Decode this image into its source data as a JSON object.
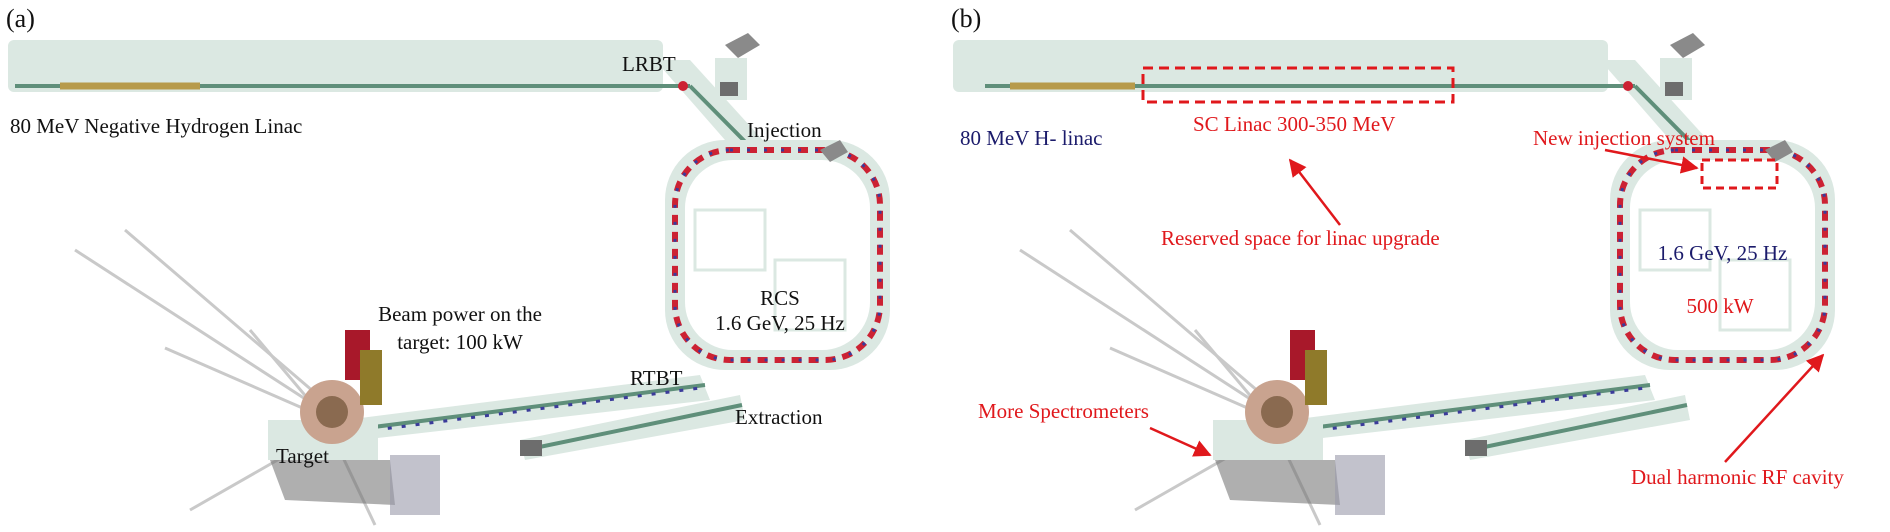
{
  "panel_a": {
    "panel_label": "(a)",
    "labels": {
      "linac": "80 MeV Negative Hydrogen Linac",
      "lrbt": "LRBT",
      "injection": "Injection",
      "rcs": "RCS",
      "rcs_params": "1.6 GeV, 25 Hz",
      "beam_power_1": "Beam power on the",
      "beam_power_2": "target: 100 kW",
      "rtbt": "RTBT",
      "extraction": "Extraction",
      "target": "Target"
    }
  },
  "panel_b": {
    "panel_label": "(b)",
    "labels": {
      "linac": "80 MeV H- linac",
      "sc_linac": "SC Linac 300-350 MeV",
      "reserved": "Reserved space for linac upgrade",
      "new_injection": "New injection system",
      "rcs_params": "1.6 GeV, 25 Hz",
      "power": "500 kW",
      "spectrometers": "More Spectrometers",
      "dual_rf": "Dual harmonic RF cavity"
    }
  },
  "colors": {
    "tunnel": "#dbe8e2",
    "beamline": "#5f8f7a",
    "magnet_red": "#cc2233",
    "magnet_blue": "#3b3b9a",
    "annotation_red": "#e0181c",
    "text_navy": "#1b1b6b",
    "guide_gray": "#c9c9c9"
  }
}
